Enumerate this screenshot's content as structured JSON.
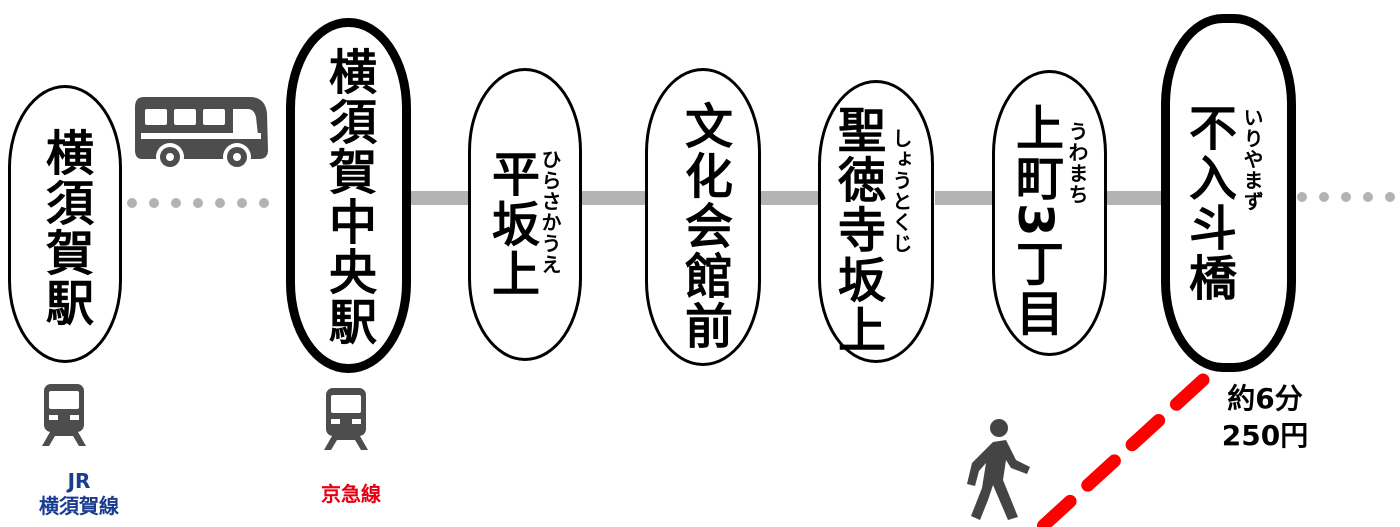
{
  "colors": {
    "line": "#b3b3b3",
    "walk_route": "#ff0000",
    "rail_icon": "#4d4d4d",
    "bus_icon": "#4d4d4d",
    "walker_icon": "#444444",
    "keikyu_label": "#e60012",
    "jr_label": "#1a3c8f"
  },
  "stops": [
    {
      "name": "横須賀駅",
      "ruby": "",
      "major": false
    },
    {
      "name": "横須賀中央駅",
      "ruby": "",
      "major": true
    },
    {
      "name": "平坂上",
      "ruby": "ひらさかうえ",
      "major": false
    },
    {
      "name": "文化会館前",
      "ruby": "",
      "major": false
    },
    {
      "name": "聖徳寺坂上",
      "ruby": "しょうとくじ",
      "major": false
    },
    {
      "name": "上町3丁目",
      "ruby": "うわまち",
      "major": false
    },
    {
      "name": "不入斗橋",
      "ruby": "いりやまず",
      "major": true
    }
  ],
  "rail_labels": {
    "jr_line1": "JR",
    "jr_line2": "横須賀線",
    "keikyu": "京急線"
  },
  "walk_info": {
    "time": "約6分",
    "fare": "250円"
  },
  "icons": {
    "bus": "bus-icon",
    "train": "train-icon",
    "walker": "pedestrian-icon"
  }
}
